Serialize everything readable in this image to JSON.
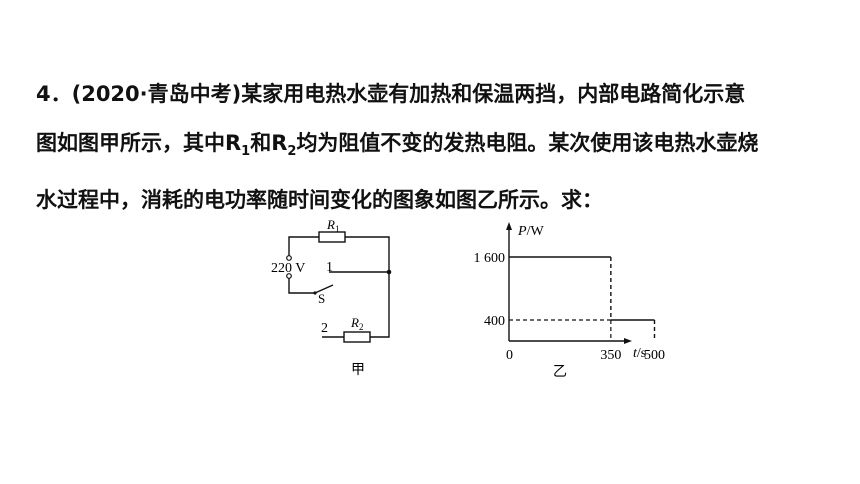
{
  "problem": {
    "line1": "4．(2020·青岛中考)某家用电热水壶有加热和保温两挡，内部电路简化示意",
    "line2_a": "图如图甲所示，其中R",
    "line2_sub1": "1",
    "line2_b": "和R",
    "line2_sub2": "2",
    "line2_c": "均为阻值不变的发热电阻。某次使用该电热水壶烧",
    "line3": "水过程中，消耗的电功率随时间变化的图象如图乙所示。求："
  },
  "circuit": {
    "voltage_label": "220 V",
    "r1_label": "R",
    "r1_sub": "1",
    "r2_label": "R",
    "r2_sub": "2",
    "switch_label": "S",
    "contact1_label": "1",
    "contact2_label": "2",
    "caption": "甲"
  },
  "chart_data": {
    "type": "line",
    "ylabel_var": "P",
    "ylabel_unit": "/W",
    "xlabel_var": "t",
    "xlabel_unit": "/s",
    "origin_label": "0",
    "x_ticks": [
      "350",
      "500"
    ],
    "y_ticks": [
      "1 600",
      "400"
    ],
    "series": [
      {
        "points": [
          [
            0,
            1600
          ],
          [
            350,
            1600
          ],
          [
            350,
            400
          ],
          [
            500,
            400
          ],
          [
            500,
            0
          ]
        ]
      }
    ],
    "caption": "乙"
  }
}
